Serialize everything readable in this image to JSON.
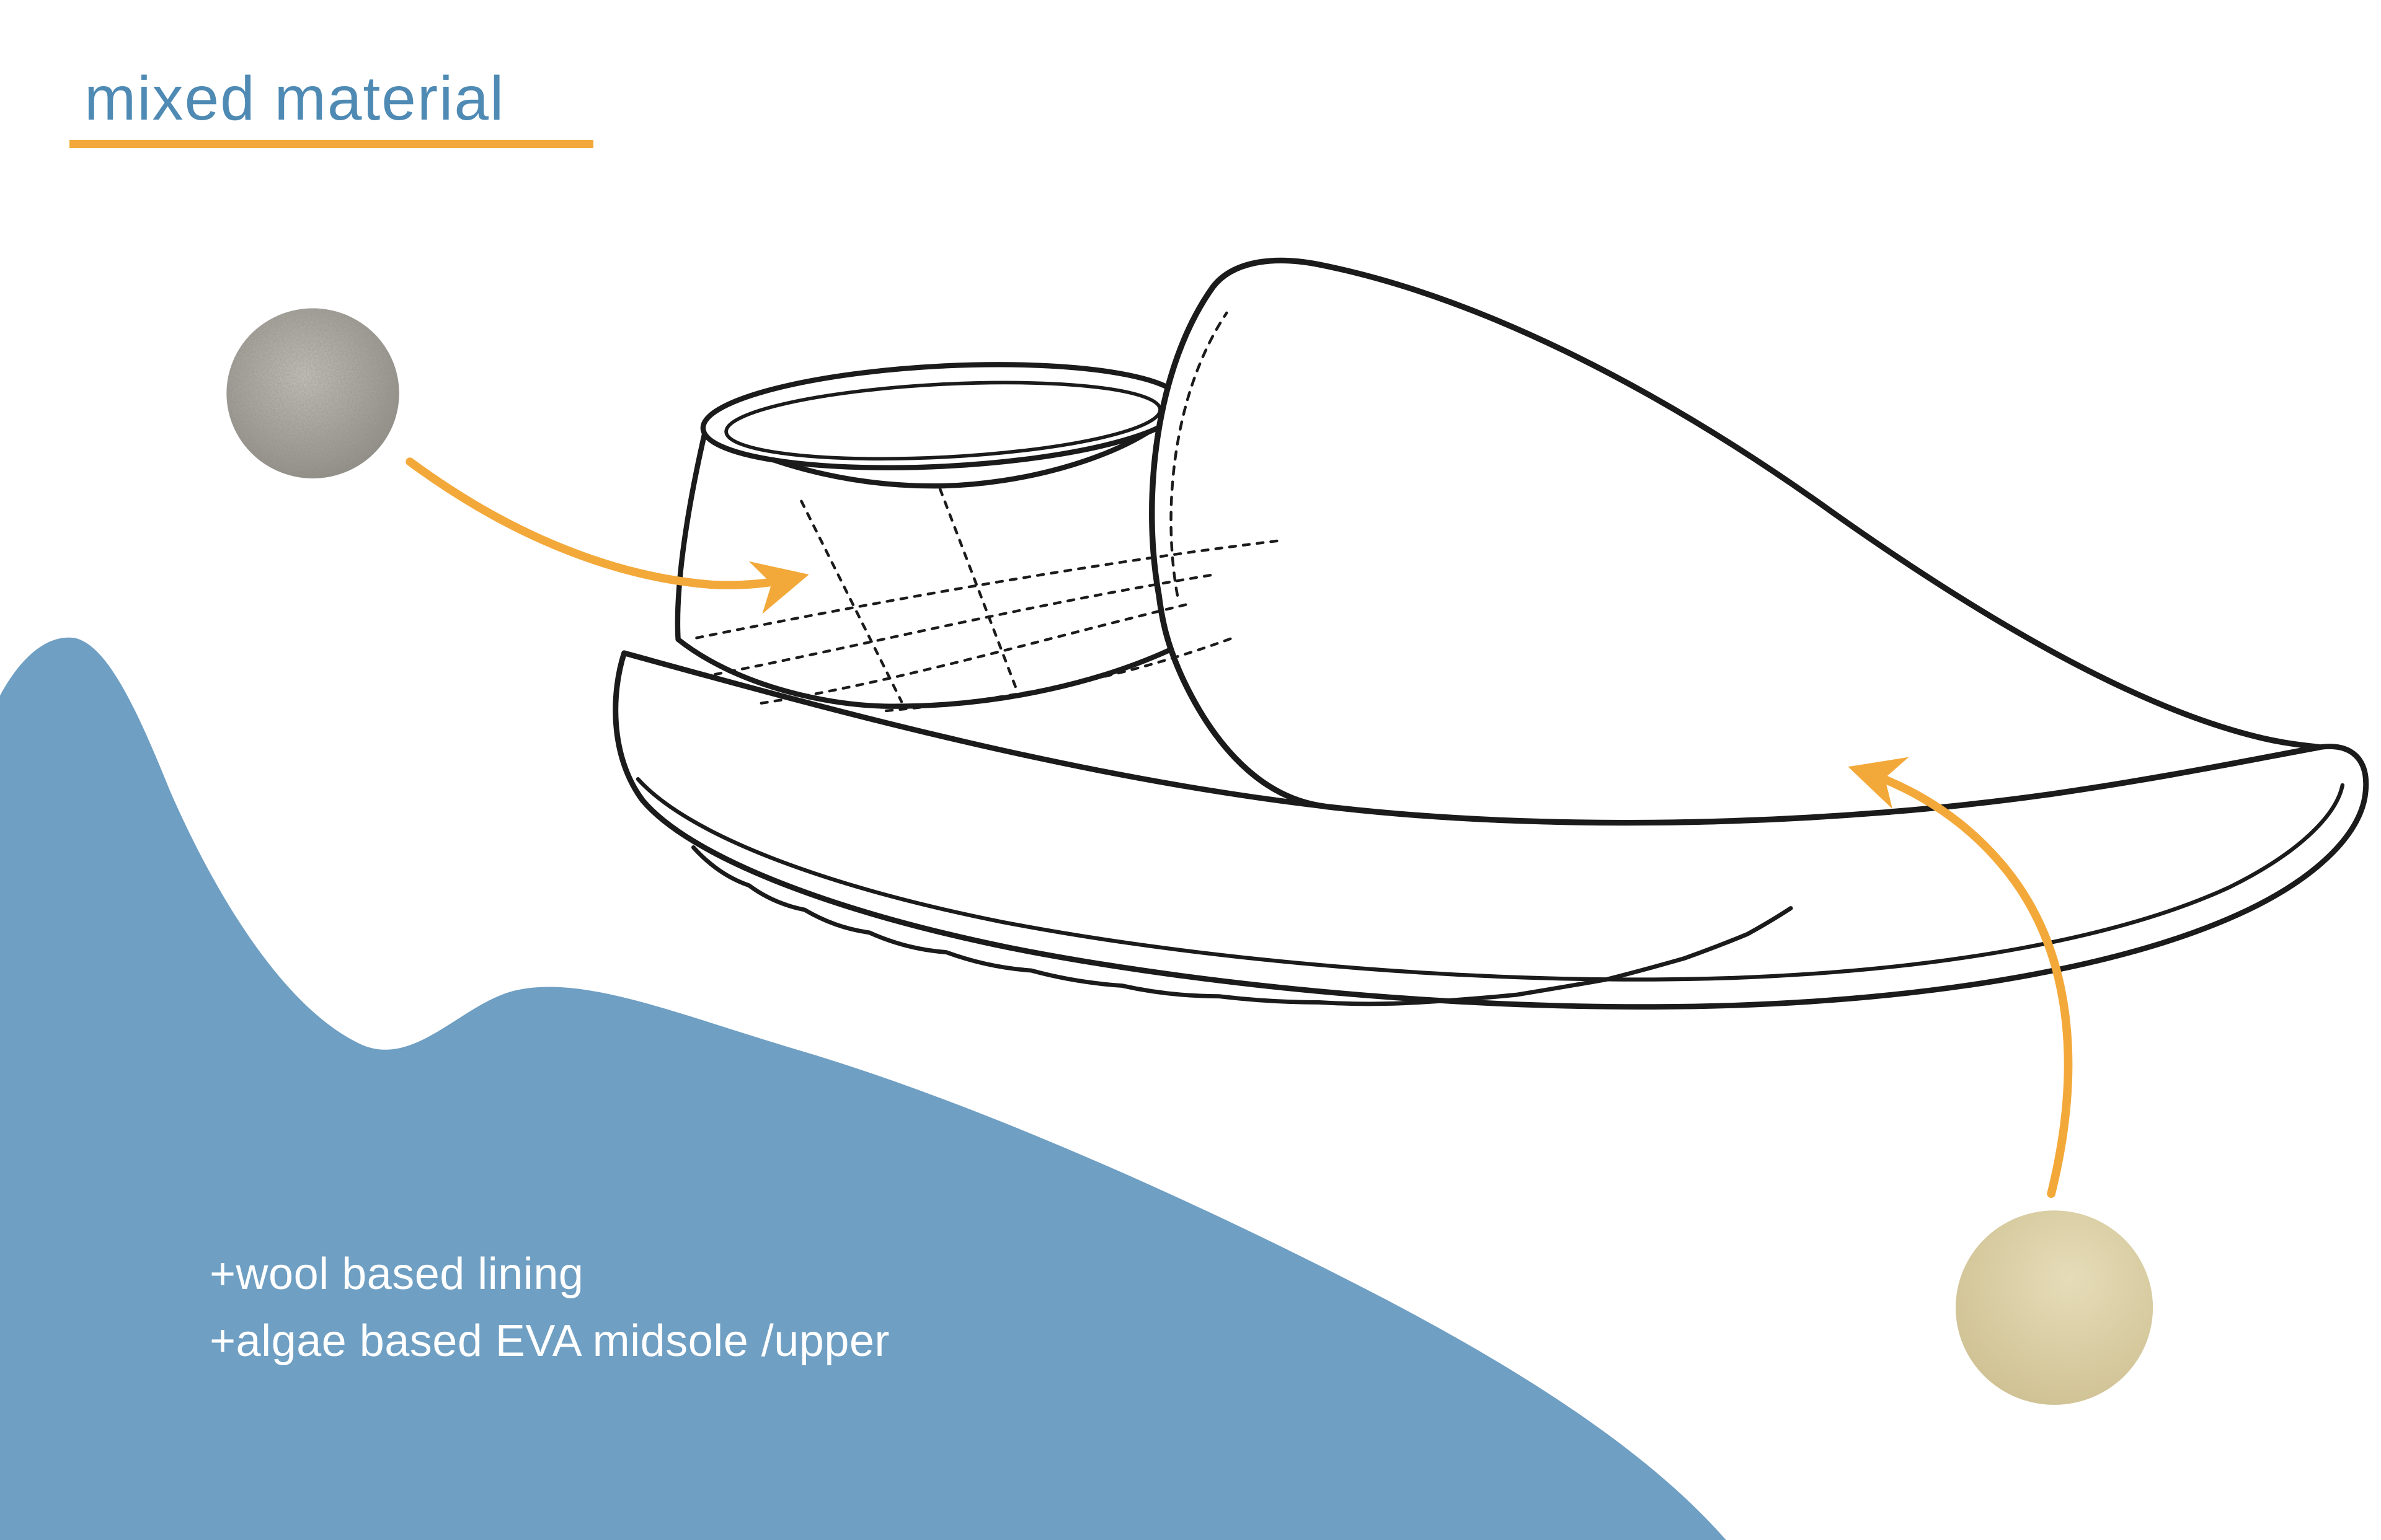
{
  "title": "mixed material",
  "notes": {
    "lines": [
      "+wool based lining",
      "+algae based EVA midsole /upper"
    ]
  },
  "colors": {
    "title_blue": "#4e8ab3",
    "accent_orange": "#f3a93a",
    "wave_blue": "#6f9fc3",
    "sketch_ink": "#1b1b1b",
    "note_white": "#ffffff",
    "wool_gray_light": "#c9c6bf",
    "wool_gray_dark": "#8f8c85",
    "eva_beige_light": "#e6dcb8",
    "eva_beige_dark": "#cdbf90"
  }
}
